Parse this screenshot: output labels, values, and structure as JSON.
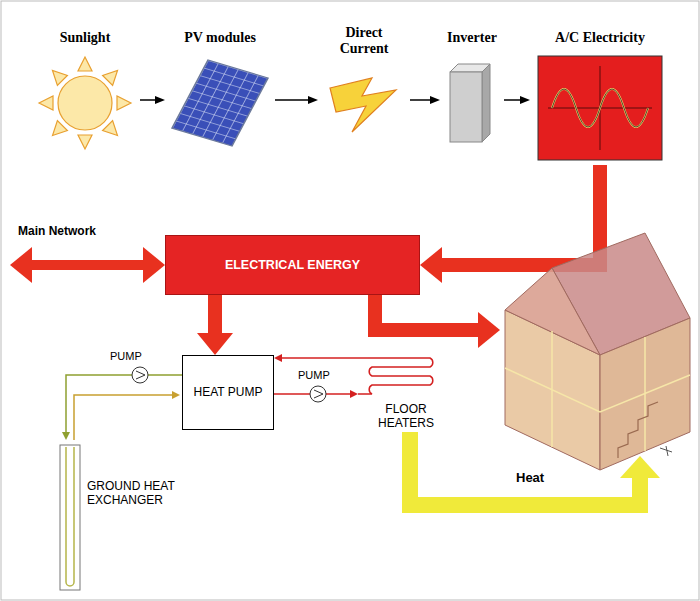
{
  "diagram": {
    "nodes": [
      {
        "text": [
          "Sunlight"
        ]
      },
      {
        "text": [
          "PV modules"
        ]
      },
      {
        "text": [
          "Direct Current"
        ]
      },
      {
        "text": [
          "Inverter"
        ]
      },
      {
        "text": [
          "A/C Electricity"
        ]
      },
      {
        "text": [
          "ELECTRICAL ENERGY"
        ]
      },
      {
        "text": [
          "HEAT PUMP"
        ]
      },
      {
        "text": [
          "FLOOR HEATERS"
        ]
      },
      {
        "text": [
          "GROUND HEAT EXCHANGER"
        ]
      }
    ],
    "edges": [
      {
        "from": 0,
        "to": 1,
        "arrow": "to"
      },
      {
        "from": 1,
        "to": 2,
        "arrow": "to"
      },
      {
        "from": 2,
        "to": 3,
        "arrow": "to"
      },
      {
        "from": 3,
        "to": 4,
        "arrow": "to"
      },
      {
        "from": 4,
        "to": 5,
        "arrow": "to"
      },
      {
        "from": 5,
        "to": 6,
        "arrow": "to"
      },
      {
        "from": 6,
        "to": 8,
        "arrow": "to"
      },
      {
        "from": 6,
        "to": 7,
        "arrow": "to"
      }
    ],
    "labels": [
      "Main Network",
      "PUMP",
      "PUMP",
      "Heat"
    ]
  }
}
